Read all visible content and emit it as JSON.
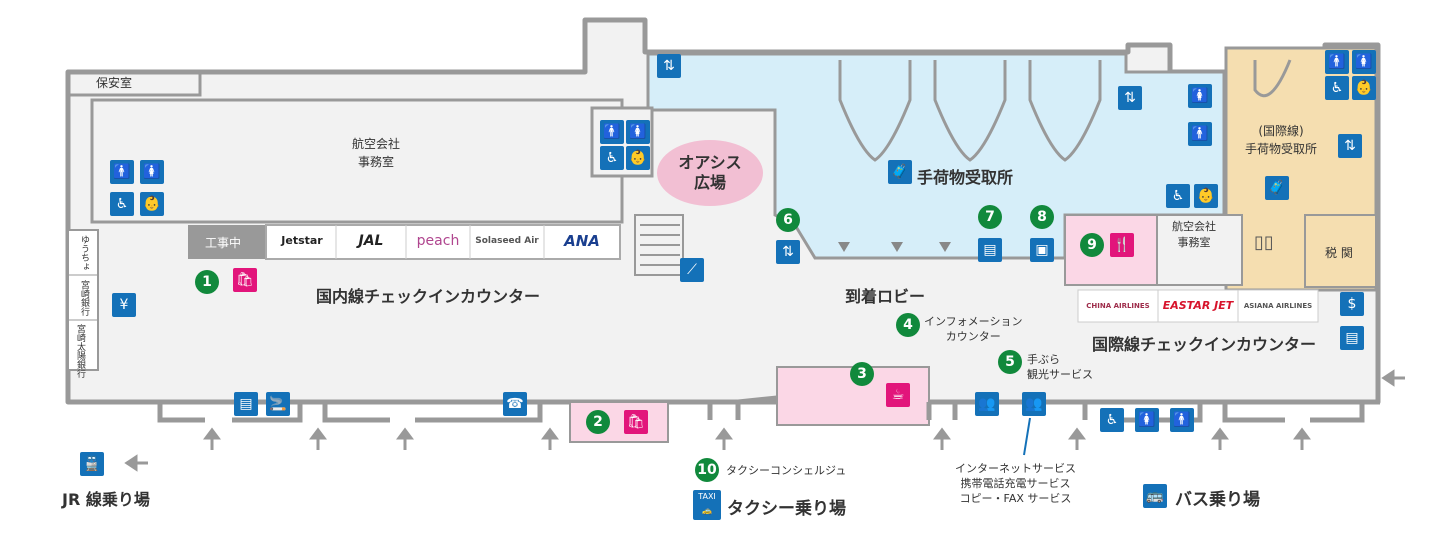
{
  "rooms": {
    "security_room": "保安室",
    "airline_office_domestic": "航空会社\n事務室",
    "airline_office_intl": "航空会社\n事務室",
    "oasis_plaza": "オアシス\n広場",
    "baggage_claim": "手荷物受取所",
    "intl_baggage_claim": "(国際線)\n手荷物受取所",
    "customs": "税 関",
    "construction": "工事中"
  },
  "areas": {
    "domestic_checkin": "国内線チェックインカウンター",
    "arrival_lobby": "到着ロビー",
    "intl_checkin": "国際線チェックインカウンター"
  },
  "vertical_labels": [
    "ゆうちょ",
    "宮崎銀行",
    "宮崎太陽銀行"
  ],
  "domestic_airlines": [
    "Jetstar",
    "JAL",
    "peach",
    "Solaseed Air",
    "ANA"
  ],
  "intl_airlines": [
    "CHINA AIRLINES",
    "EASTAR JET",
    "ASIANA AIRLINES"
  ],
  "services": [
    {
      "num": "1",
      "label": ""
    },
    {
      "num": "2",
      "label": ""
    },
    {
      "num": "3",
      "label": ""
    },
    {
      "num": "4",
      "label": "インフォメーション\nカウンター"
    },
    {
      "num": "5",
      "label": "手ぶら\n観光サービス"
    },
    {
      "num": "6",
      "label": ""
    },
    {
      "num": "7",
      "label": ""
    },
    {
      "num": "8",
      "label": ""
    },
    {
      "num": "9",
      "label": ""
    },
    {
      "num": "10",
      "label": "タクシーコンシェルジュ"
    }
  ],
  "internet_services": "インターネットサービス\n携帯電話充電サービス\nコピー・FAX サービス",
  "transport": {
    "jr": "JR 線乗り場",
    "taxi": "タクシー乗り場",
    "taxi_sign": "TAXI",
    "bus": "バス乗り場"
  },
  "icons": [
    "restroom-male-icon",
    "restroom-female-icon",
    "accessible-restroom-icon",
    "baby-care-icon",
    "elevator-icon",
    "escalator-icon",
    "atm-icon",
    "phone-icon",
    "smoking-room-icon",
    "restaurant-icon",
    "cafe-icon",
    "shop-icon",
    "baggage-icon",
    "locker-icon",
    "vending-icon"
  ],
  "colors": {
    "floor": "#f2f2f2",
    "wall": "#999999",
    "baggage_area": "#d6eef9",
    "intl_area": "#f5deb0",
    "shop": "#fbd7e6",
    "accent_blue": "#1471b8",
    "accent_green": "#11893c",
    "accent_pink": "#e2157b"
  }
}
